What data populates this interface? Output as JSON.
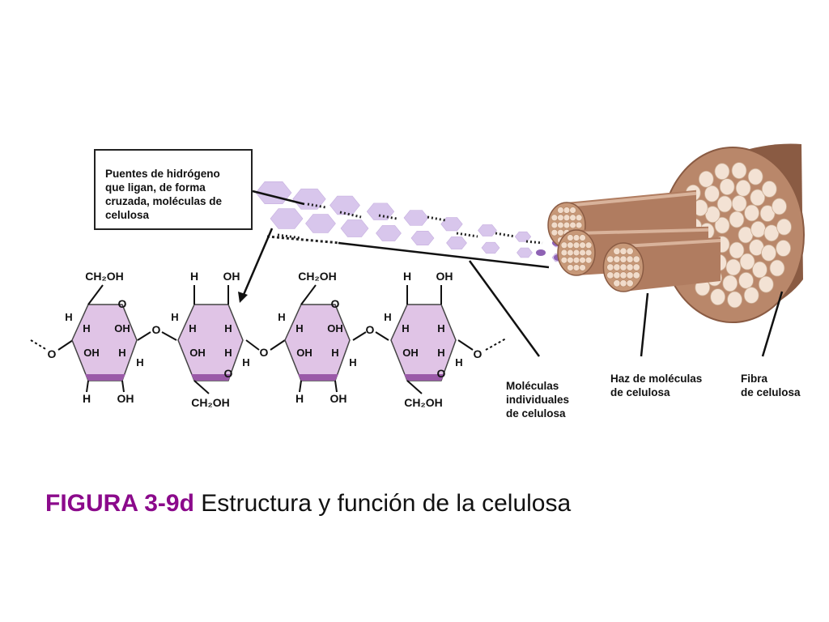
{
  "callout": {
    "lines": [
      "Puentes de hidrógeno",
      "que ligan, de forma",
      "cruzada, moléculas de",
      "celulosa"
    ]
  },
  "labels": {
    "molecules": [
      "Moléculas",
      "individuales",
      "de celulosa"
    ],
    "bundle": [
      "Haz de moléculas",
      "de celulosa"
    ],
    "fiber": [
      "Fibra",
      "de celulosa"
    ]
  },
  "chain_text": {
    "ch2oh": "CH₂OH",
    "h": "H",
    "oh": "OH",
    "o": "O"
  },
  "caption": {
    "number": "FIGURA 3-9d",
    "title": "Estructura y función de la celulosa"
  },
  "colors": {
    "ring_fill": "#e0c4e6",
    "ring_bottom": "#9a5aa8",
    "fiber_fill": "#b9876a",
    "fiber_dark": "#8a5b43",
    "cell_fill": "#f3e2d4",
    "chain_fill": "#d8c6ec",
    "caption_accent": "#8b0a8b"
  }
}
